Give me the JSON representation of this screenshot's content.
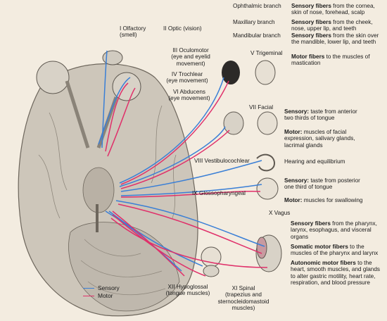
{
  "labels": {
    "olfactory": "I Olfactory\n(smell)",
    "optic": "II Optic (vision)",
    "oculomotor": "III Oculomotor\n(eye and eyelid\nmovement)",
    "trochlear": "IV Trochlear\n(eye movement)",
    "abducens": "VI Abducens\n(eye movement)",
    "trigeminal": "V Trigeminal",
    "facial": "VII Facial",
    "vestibulocochlear": "VIII Vestibulocochlear",
    "glossopharyngeal": "IX Glossopharyngeal",
    "vagus": "X Vagus",
    "hypoglossal": "XII Hypoglossal\n(tongue muscles)",
    "spinal": "XI Spinal\n(trapezius and\nsternocleidomastoid\nmuscles)"
  },
  "descriptions": {
    "ophthalmic_name": "Ophthalmic branch",
    "ophthalmic_bold": "Sensory fibers",
    "ophthalmic_rest": " from the cornea, skin of nose, forehead, scalp",
    "maxillary_name": "Maxillary branch",
    "maxillary_bold": "Sensory fibers",
    "maxillary_rest": " from the cheek, nose, upper lip, and teeth",
    "mandibular_name": "Mandibular branch",
    "mandibular_bold": "Sensory fibers",
    "mandibular_rest": " from the skin over the mandible, lower lip, and teeth",
    "trig_motor_bold": "Motor fibers",
    "trig_motor_rest": " to the muscles of mastication",
    "facial_sensory_bold": "Sensory:",
    "facial_sensory_rest": " taste from anterior two thirds of tongue",
    "facial_motor_bold": "Motor:",
    "facial_motor_rest": " muscles of facial expression, salivary glands, lacrimal glands",
    "vestibulo": "Hearing and equilibrium",
    "glosso_sensory_bold": "Sensory:",
    "glosso_sensory_rest": " taste from posterior one third of tongue",
    "glosso_motor_bold": "Motor:",
    "glosso_motor_rest": " muscles for swallowing",
    "vagus_sensory_bold": "Sensory fibers",
    "vagus_sensory_rest": " from the pharynx, larynx, esophagus, and visceral organs",
    "vagus_somatic_bold": "Somatic motor fibers",
    "vagus_somatic_rest": " to the muscles of the pharynx and larynx",
    "vagus_auto_bold": "Autonomic motor fibers",
    "vagus_auto_rest": " to the heart, smooth muscles, and glands to alter gastric motility, heart rate, respiration, and blood pressure"
  },
  "legend": [
    {
      "label": "Sensory",
      "color": "#3a7fd6"
    },
    {
      "label": "Motor",
      "color": "#e0306a"
    }
  ],
  "colors": {
    "sensory": "#3a7fd6",
    "motor": "#e0306a",
    "background": "#f3ece0",
    "brain": "#cdc6ba"
  }
}
